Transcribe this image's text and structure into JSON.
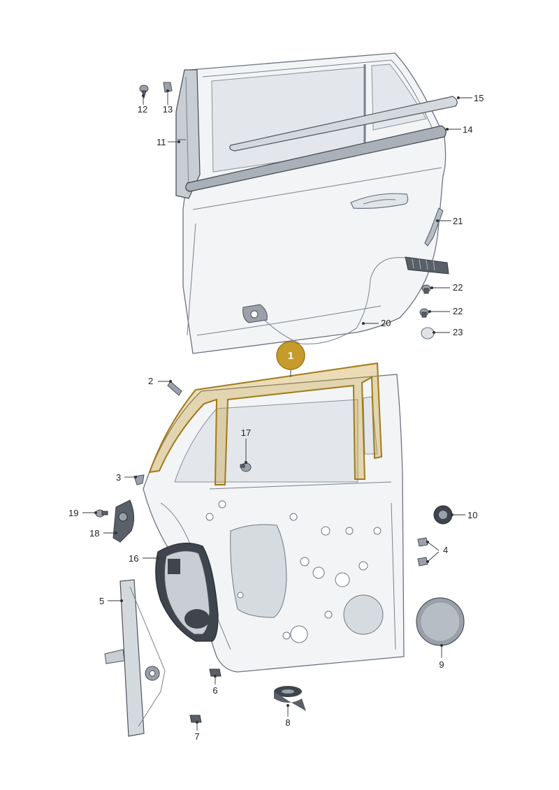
{
  "highlight": {
    "label": "1",
    "color": "#c69b2b",
    "stroke": "#a07a18"
  },
  "callouts": {
    "c2": "2",
    "c3": "3",
    "c4": "4",
    "c5": "5",
    "c6": "6",
    "c7": "7",
    "c8": "8",
    "c9": "9",
    "c10": "10",
    "c11": "11",
    "c12": "12",
    "c13": "13",
    "c14": "14",
    "c15": "15",
    "c16": "16",
    "c17": "17",
    "c18": "18",
    "c19": "19",
    "c20": "20",
    "c21": "21",
    "c22a": "22",
    "c22b": "22",
    "c23": "23"
  },
  "colors": {
    "outline": "#6c7480",
    "panel": "#f2f4f6",
    "dark_part": "#5a6068",
    "highlight": "#c69b2b"
  }
}
